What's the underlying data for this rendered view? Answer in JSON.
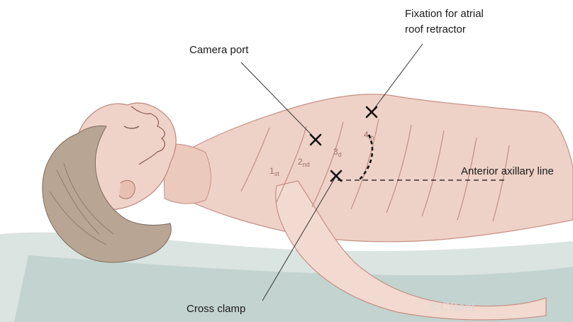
{
  "labels": {
    "fixation": [
      "Fixation for atrial",
      "roof retractor"
    ],
    "camera_port": "Camera port",
    "anterior_axillary_line": "Anterior axillary line",
    "cross_clamp": "Cross clamp"
  },
  "ribs": [
    {
      "num": "1",
      "suffix": "st"
    },
    {
      "num": "2",
      "suffix": "nd"
    },
    {
      "num": "3",
      "suffix": "d"
    },
    {
      "num": "4",
      "suffix": "th"
    }
  ],
  "signature": "©CRoot",
  "colors": {
    "skin": "#efd2c7",
    "skin_shadow": "#d9a89c",
    "hair": "#b7a493",
    "floor": "#cfdcd8",
    "marker": "#111111",
    "leader": "#333333"
  },
  "markers": [
    {
      "name": "camera-port-marker",
      "icon": "x-mark-icon"
    },
    {
      "name": "fixation-marker",
      "icon": "x-mark-icon"
    },
    {
      "name": "cross-clamp-marker",
      "icon": "x-mark-icon"
    }
  ]
}
